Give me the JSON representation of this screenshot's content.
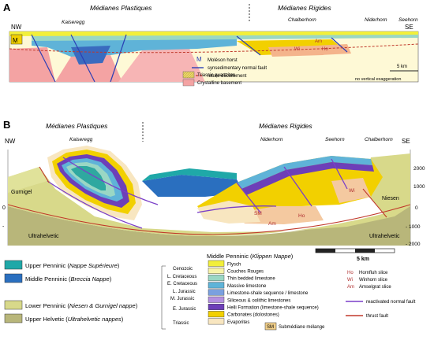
{
  "panelA": {
    "label": "A",
    "title_left": "Médianes Plastiques",
    "title_right": "Médianes Rigides",
    "nw": "NW",
    "se": "SE",
    "localities": [
      "Kaiseregg",
      "Chalberhorn",
      "Niderhorn",
      "Seehorn"
    ],
    "slice_labels": {
      "m": "M",
      "wi": "Wi",
      "am": "Am",
      "ho": "Ho"
    },
    "legend": {
      "moleson": "Moléson horst",
      "moleson_symbol": "M",
      "normal_fault": "synsedimentary normal fault",
      "decollement": "future décollement",
      "quartzites": "Triassic quartzites",
      "basement": "Crystalline basement"
    },
    "scale": "5 km",
    "note": "no vertical exaggeration"
  },
  "panelB": {
    "label": "B",
    "title_left": "Médianes Plastiques",
    "title_right": "Médianes Rigides",
    "nw": "NW",
    "se": "SE",
    "localities": [
      "Kaiseregg",
      "Niderhorn",
      "Seehorn",
      "Chalberhorn"
    ],
    "units": {
      "gurnigel": "Gurnigel",
      "niesen": "Niesen",
      "ultra_left": "Ultrahelvetic",
      "ultra_right": "Ultrahelvetic"
    },
    "slices": {
      "sm": "SM",
      "ho": "Ho",
      "wi": "Wi",
      "am": "Am"
    },
    "left_ticks": [
      "0",
      "-"
    ],
    "right_ticks": [
      "2000",
      "1000",
      "0",
      "- 1000",
      "- 2000"
    ],
    "scale": "5 km"
  },
  "legend": {
    "upper_penninic": {
      "prefix": "Upper Penninic (",
      "nappe": "Nappe Supérieure",
      "suffix": ")"
    },
    "middle_penninic": {
      "prefix": "Middle Penninic (",
      "nappe": "Breccia Nappe",
      "suffix": ")"
    },
    "lower_penninic": {
      "prefix": "Lower Penninic (",
      "nappe": "Niesen & Gurnigel nappe",
      "suffix": ")"
    },
    "upper_helvetic": {
      "prefix": "Upper Helvetic (",
      "nappe": "Ultrahelvetic nappes",
      "suffix": ")"
    },
    "ages": [
      "Cenozoic",
      "L. Cretaceous",
      "E. Cretaceous",
      "L. Jurassic",
      "M. Jurassic",
      "E. Jurassic",
      "Triassic"
    ],
    "klippen_title_a": "Middle Penninic (",
    "klippen_title_b": "Klippen Nappe",
    "klippen_title_c": ")",
    "strat": [
      "Flysch",
      "Couches Rouges",
      "Thin bedded limestone",
      "Massive limestone",
      "Limestone-shale sequence / limestone",
      "Siliceous & oolithic limestones",
      "Helli Formation (limestone-shale sequence)",
      "Carbonates (dolostones)",
      "Evaporites"
    ],
    "strat_colors": [
      "#f2ef3a",
      "#f7f3a8",
      "#9ad7c4",
      "#5fb3d8",
      "#7aa0df",
      "#b490e0",
      "#6d3fb8",
      "#f2d000",
      "#f8e6c0"
    ],
    "sm_box": "SM",
    "sm_label": "Submédiane mélange",
    "slices": [
      {
        "abbr": "Ho",
        "name": "Hornfluh slice"
      },
      {
        "abbr": "Wi",
        "name": "Winhorn slice"
      },
      {
        "abbr": "Am",
        "name": "Amselgrat slice"
      }
    ],
    "reactivated": "reactivated normal fault",
    "thrust": "thrust fault"
  }
}
